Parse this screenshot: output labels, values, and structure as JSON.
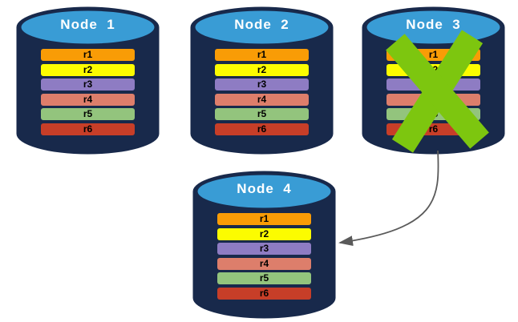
{
  "colors": {
    "cylinder_body": "#18294B",
    "cylinder_top": "#399CD5",
    "node_title_text": "#FFFFFF",
    "row_text": "#000000",
    "row_r1": "#F99C06",
    "row_r2": "#FCFC00",
    "row_r3": "#8E7CC3",
    "row_r4": "#DD7E6B",
    "row_r5": "#93C47D",
    "row_r6": "#C73E28",
    "failure_x": "#7DC60F",
    "arrow": "#5A5A5A"
  },
  "nodes": [
    {
      "title": "Node  1",
      "failed": false,
      "rows": [
        "r1",
        "r2",
        "r3",
        "r4",
        "r5",
        "r6"
      ]
    },
    {
      "title": "Node  2",
      "failed": false,
      "rows": [
        "r1",
        "r2",
        "r3",
        "r4",
        "r5",
        "r6"
      ]
    },
    {
      "title": "Node  3",
      "failed": true,
      "rows": [
        "r1",
        "r2",
        "r3",
        "r4",
        "r5",
        "r6"
      ]
    },
    {
      "title": "Node  4",
      "failed": false,
      "rows": [
        "r1",
        "r2",
        "r3",
        "r4",
        "r5",
        "r6"
      ]
    }
  ],
  "arrow": {
    "from": "Node  3",
    "to": "Node  4"
  }
}
